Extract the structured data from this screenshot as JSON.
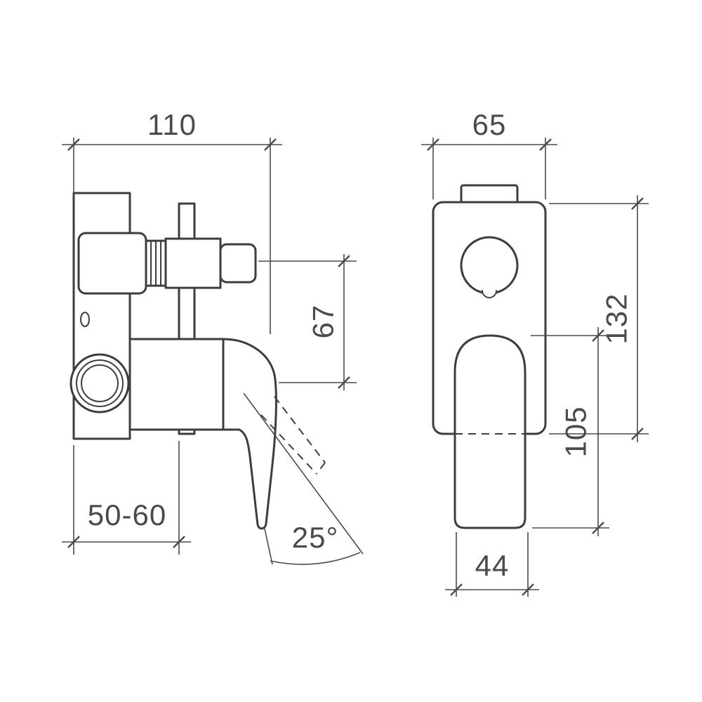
{
  "drawing": {
    "description": "Technical dimension drawing of a wall-mounted bath/shower mixer with diverter, side view and front view",
    "colors": {
      "background": "#ffffff",
      "line": "#3d3d3d",
      "dimension": "#4a4a4a"
    },
    "dims": {
      "overall_width_side": "110",
      "overall_width_front": "65",
      "axis_spacing": "67",
      "plate_height": "132",
      "handle_length": "105",
      "wall_depth_range": "50-60",
      "handle_angle": "25°",
      "handle_width": "44"
    }
  }
}
